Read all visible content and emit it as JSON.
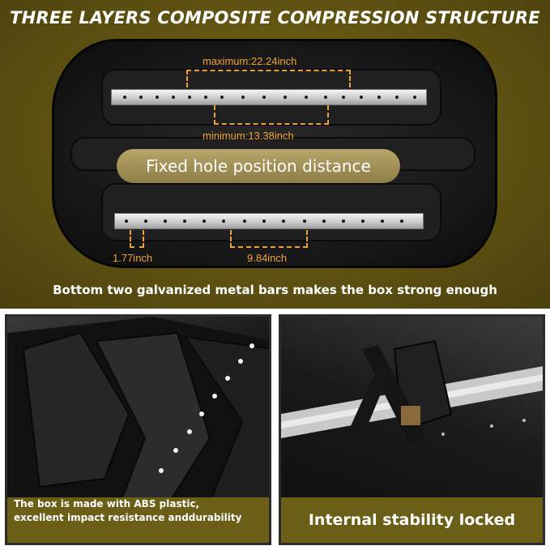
{
  "headline": "THREE LAYERS COMPOSITE COMPRESSION STRUCTURE",
  "dimensions": {
    "maximum": "maximum:22.24inch",
    "minimum": "minimum:13.38inch",
    "small_gap": "1.77inch",
    "spacing": "9.84inch"
  },
  "callout": "Fixed hole position distance",
  "caption_top": "Bottom two galvanized metal bars makes the box strong enough",
  "left_photo": {
    "caption_line1": "The box is made with ABS plastic,",
    "caption_line2": "excellent impact resistance anddurability"
  },
  "right_photo": {
    "caption": "Internal stability locked"
  },
  "colors": {
    "panel_olive": "#5f5212",
    "dimension_orange": "#f0a437",
    "caption_band": "#6b5e17"
  }
}
